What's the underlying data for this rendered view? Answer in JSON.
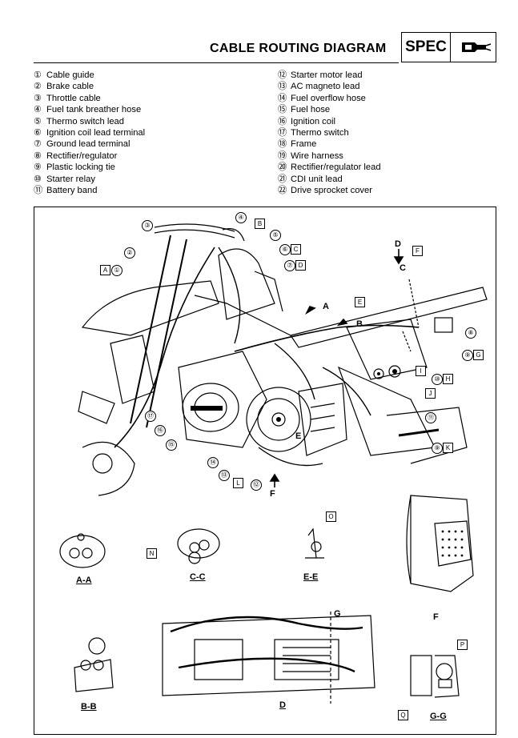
{
  "header": {
    "title": "CABLE ROUTING DIAGRAM",
    "spec_label": "SPEC",
    "icon": "wrench-tool-icon"
  },
  "legend_left": [
    {
      "num": "①",
      "text": "Cable guide"
    },
    {
      "num": "②",
      "text": "Brake cable"
    },
    {
      "num": "③",
      "text": "Throttle cable"
    },
    {
      "num": "④",
      "text": "Fuel tank breather hose"
    },
    {
      "num": "⑤",
      "text": "Thermo switch lead"
    },
    {
      "num": "⑥",
      "text": "Ignition coil lead terminal"
    },
    {
      "num": "⑦",
      "text": "Ground lead terminal"
    },
    {
      "num": "⑧",
      "text": "Rectifier/regulator"
    },
    {
      "num": "⑨",
      "text": "Plastic locking tie"
    },
    {
      "num": "⑩",
      "text": "Starter relay"
    },
    {
      "num": "⑪",
      "text": "Battery band"
    }
  ],
  "legend_right": [
    {
      "num": "⑫",
      "text": "Starter motor lead"
    },
    {
      "num": "⑬",
      "text": "AC magneto lead"
    },
    {
      "num": "⑭",
      "text": "Fuel overflow hose"
    },
    {
      "num": "⑮",
      "text": "Fuel hose"
    },
    {
      "num": "⑯",
      "text": "Ignition coil"
    },
    {
      "num": "⑰",
      "text": "Thermo switch"
    },
    {
      "num": "⑱",
      "text": "Frame"
    },
    {
      "num": "⑲",
      "text": "Wire harness"
    },
    {
      "num": "⑳",
      "text": "Rectifier/regulator lead"
    },
    {
      "num": "㉑",
      "text": "CDI unit lead"
    },
    {
      "num": "㉒",
      "text": "Drive sprocket cover"
    }
  ],
  "diagram": {
    "view_labels": {
      "aa": "A-A",
      "cc": "C-C",
      "ee": "E-E",
      "f": "F",
      "bb": "B-B",
      "d": "D",
      "gg": "G-G"
    },
    "letter_refs": [
      "A",
      "B",
      "C",
      "D",
      "E",
      "F",
      "G",
      "H",
      "I",
      "J",
      "K",
      "L",
      "N",
      "O",
      "P",
      "Q"
    ],
    "section_marks": {
      "a": "A",
      "b": "B",
      "c": "C",
      "d": "D",
      "e": "E",
      "f": "F",
      "g": "G"
    }
  }
}
